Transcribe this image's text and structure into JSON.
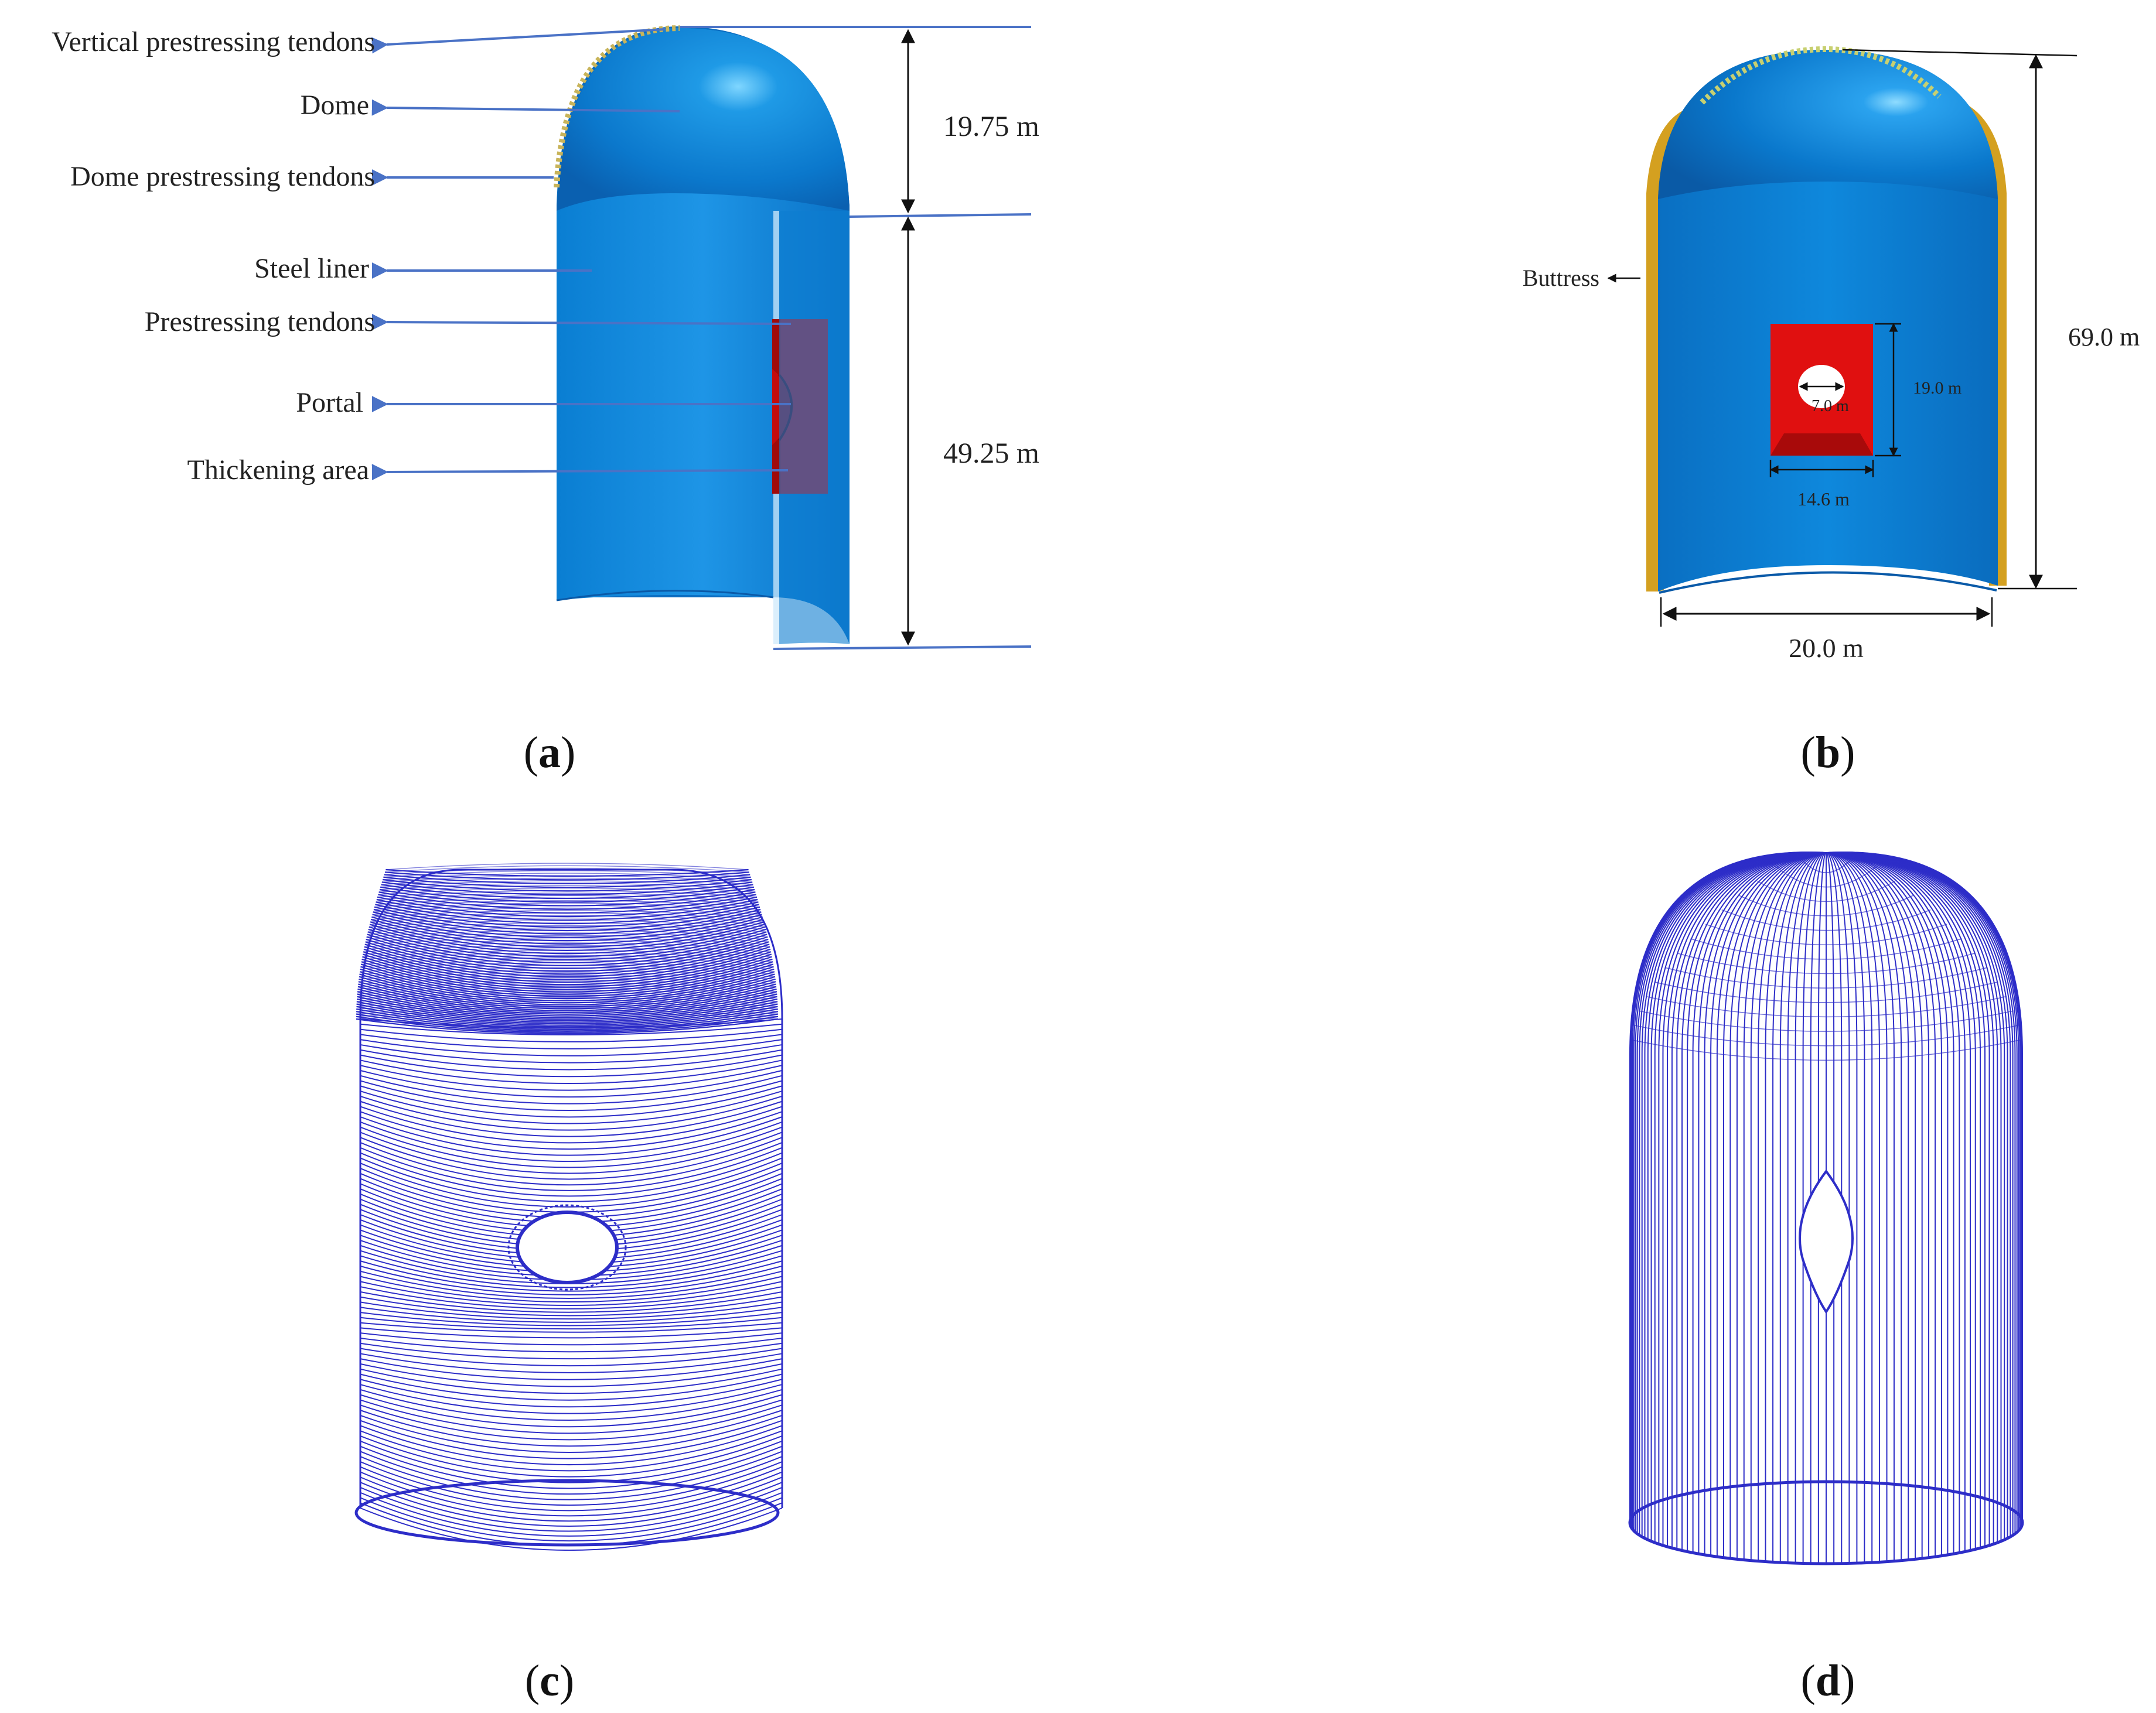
{
  "panel_a": {
    "labels": {
      "vertical_tendons": "Vertical prestressing tendons",
      "dome": "Dome",
      "dome_tendons": "Dome prestressing tendons",
      "steel_liner": "Steel liner",
      "prestressing_tendons": "Prestressing tendons",
      "portal": "Portal",
      "thickening_area": "Thickening area"
    },
    "dim_dome": "19.75 m",
    "dim_cylinder": "49.25 m",
    "caption_letter": "a"
  },
  "panel_b": {
    "buttress": "Buttress",
    "dim_height": "69.0 m",
    "dim_width": "20.0 m",
    "dim_opening_height": "19.0 m",
    "dim_opening_width": "14.6 m",
    "dim_portal_dia": "7.0 m",
    "caption_letter": "b"
  },
  "panel_c": {
    "caption_letter": "c"
  },
  "panel_d": {
    "caption_letter": "d"
  },
  "colors": {
    "shell_blue": "#0a86d8",
    "shell_dark": "#0b5fae",
    "thickening_red": "#e01010",
    "buttress_gold": "#d4a020",
    "tendon_blue": "#2d2dc8",
    "arrow_blue": "#4a72c6"
  }
}
